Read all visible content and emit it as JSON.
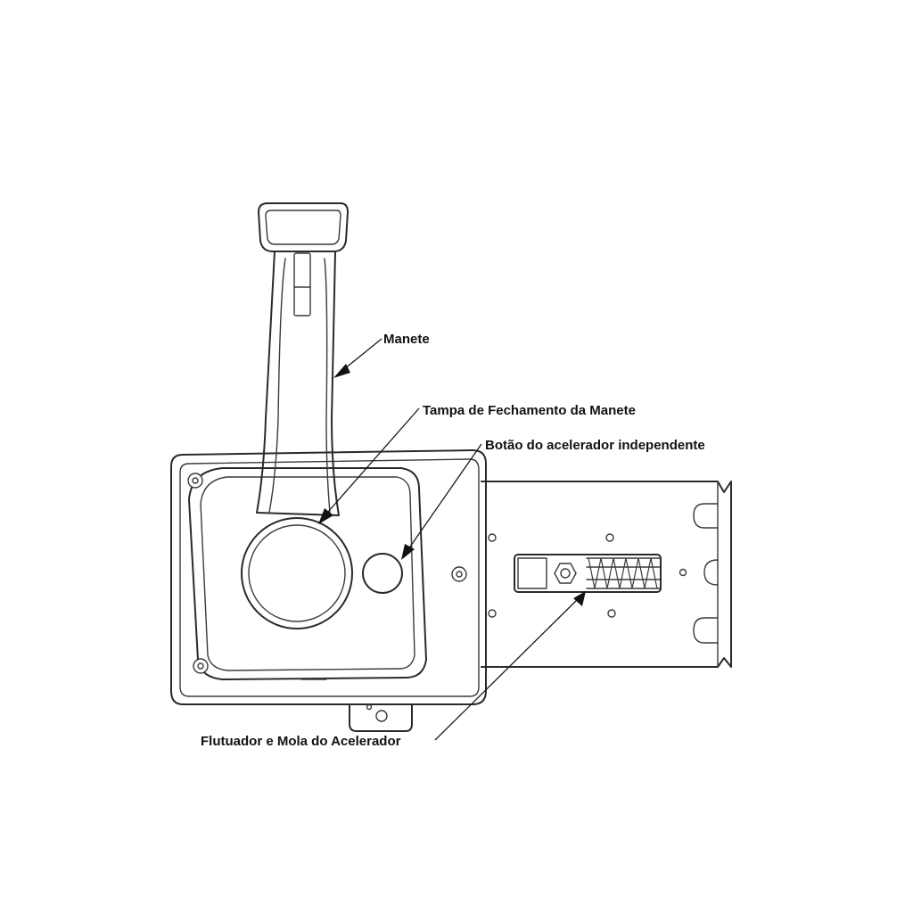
{
  "labels": {
    "manete": "Manete",
    "tampa": "Tampa de Fechamento da Manete",
    "botao": "Botão do acelerador independente",
    "flutuador": "Flutuador e Mola do Acelerador"
  }
}
